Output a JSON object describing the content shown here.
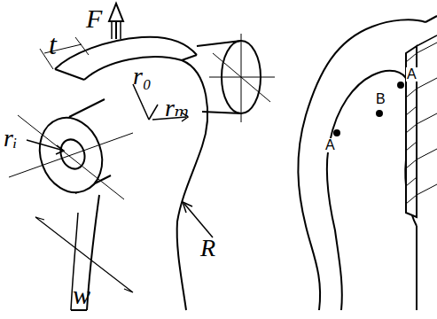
{
  "diagram": {
    "labels": [
      "F",
      "t",
      "r₀",
      "rₘ",
      "rᵢ",
      "R",
      "w",
      "A",
      "B",
      "A"
    ]
  }
}
